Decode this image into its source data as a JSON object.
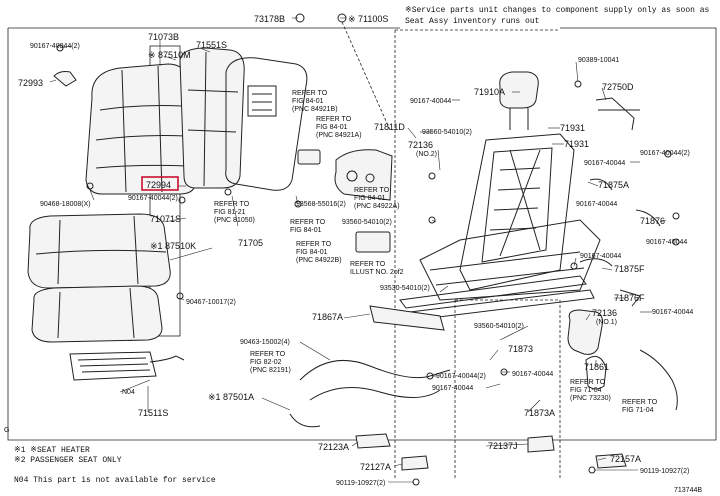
{
  "notes": {
    "top_right": [
      "※Service parts unit changes to component supply only as soon as",
      "Seat Assy inventory runs out"
    ],
    "legend": [
      "※1 ※SEAT HEATER",
      "※2 PASSENGER SEAT ONLY"
    ],
    "n04": "N04  This part is not available for service"
  },
  "diagram_id": "713744B",
  "corner_mark": "G",
  "part_labels": [
    "73178B",
    "※ 71100S",
    "71073B",
    "90167-40044(2)",
    "※ 87510M",
    "71551S",
    "72993",
    "90389-10041",
    "72750D",
    "71910A",
    "90167-40044",
    "71811D",
    "93560-54010(2)",
    "72136",
    "(NO.2)",
    "71931",
    "71931",
    "90167-40044(2)",
    "90167-40044",
    "72994",
    "90167-40044(2)",
    "90468-18008(X)",
    "93568-55016(2)",
    "71705",
    "71875A",
    "90167-40044",
    "71876",
    "90167-40044",
    "71071S",
    "※1 87510K",
    "93560-54010(2)",
    "90167-40044",
    "71875F",
    "90467-10017(2)",
    "93530-54010(2)",
    "71876F",
    "90167-40044",
    "71867A",
    "72136",
    "(NO.1)",
    "93560-54010(2)",
    "90463-15002(4)",
    "71873",
    "90167-40044(2)",
    "90167-40044",
    "90167-40044",
    "71861",
    "N04",
    "71511S",
    "※1 87501A",
    "71873A",
    "72123A",
    "72137J",
    "72157A",
    "72127A",
    "90119-10927(2)",
    "90119-10927(2)"
  ],
  "refs": [
    {
      "title": "REFER TO",
      "fig": "FIG 84-01",
      "pnc": "(PNC 84921B)"
    },
    {
      "title": "REFER TO",
      "fig": "FIG 84-01",
      "pnc": "(PNC 84921A)"
    },
    {
      "title": "REFER TO",
      "fig": "FIG 81-21",
      "pnc": "(PNC 81050)"
    },
    {
      "title": "REFER TO",
      "fig": "FIG 84-01",
      "pnc": "(PNC 84922A)"
    },
    {
      "title": "REFER TO",
      "fig": "FIG 84-01",
      "pnc": ""
    },
    {
      "title": "REFER TO",
      "fig": "FIG 84-01",
      "pnc": "(PNC 84922B)"
    },
    {
      "title": "REFER TO",
      "fig": "ILLUST NO. 2of2",
      "pnc": ""
    },
    {
      "title": "REFER TO",
      "fig": "FIG 82-02",
      "pnc": "(PNC 82191)"
    },
    {
      "title": "REFER TO",
      "fig": "FIG 71-04",
      "pnc": "(PNC 73230)"
    },
    {
      "title": "REFER TO",
      "fig": "FIG 71-04",
      "pnc": ""
    }
  ],
  "highlight": {
    "part": "72994",
    "color": "#c8102e"
  }
}
